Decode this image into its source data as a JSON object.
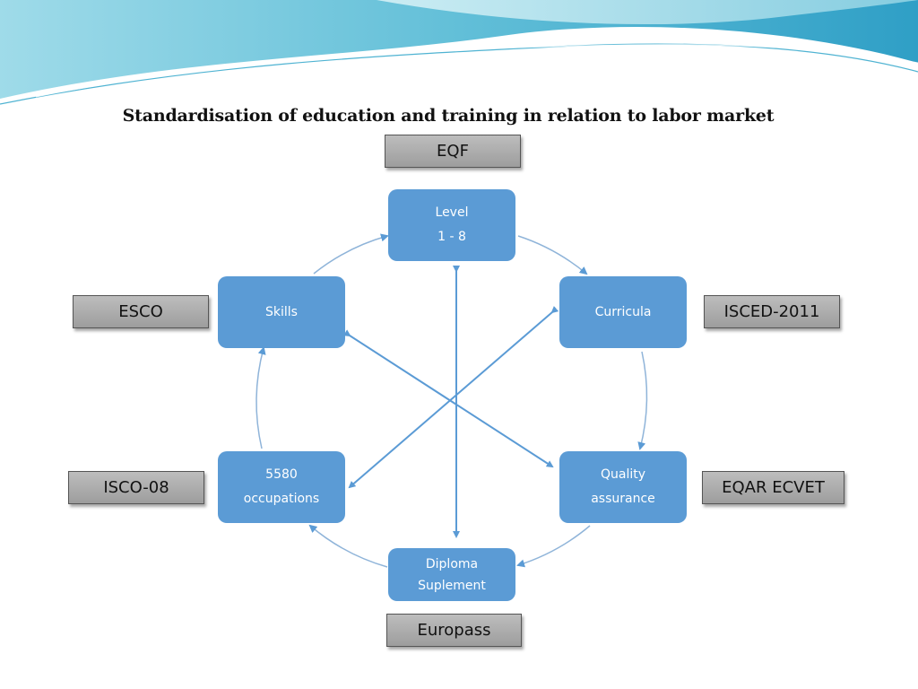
{
  "title": "Standardisation of education and training in relation to labor market",
  "colors": {
    "node_fill": "#5b9bd5",
    "arrow": "#5b9bd5",
    "cycle_arrow": "#8fb4d9",
    "label_fill": "#a8a8a8",
    "header_wave": "#6ec3d9"
  },
  "nodes": {
    "level": {
      "line1": "Level",
      "line2": "1 - 8"
    },
    "curricula": {
      "line1": "Curricula"
    },
    "quality": {
      "line1": "Quality",
      "line2": "assurance"
    },
    "diploma": {
      "line1": "Diploma",
      "line2": "Suplement"
    },
    "occupations": {
      "line1": "5580",
      "line2": "occupations"
    },
    "skills": {
      "line1": "Skills"
    }
  },
  "labels": {
    "eqf": "EQF",
    "isced": "ISCED-2011",
    "eqar": "EQAR ECVET",
    "europass": "Europass",
    "isco": "ISCO-08",
    "esco": "ESCO"
  }
}
